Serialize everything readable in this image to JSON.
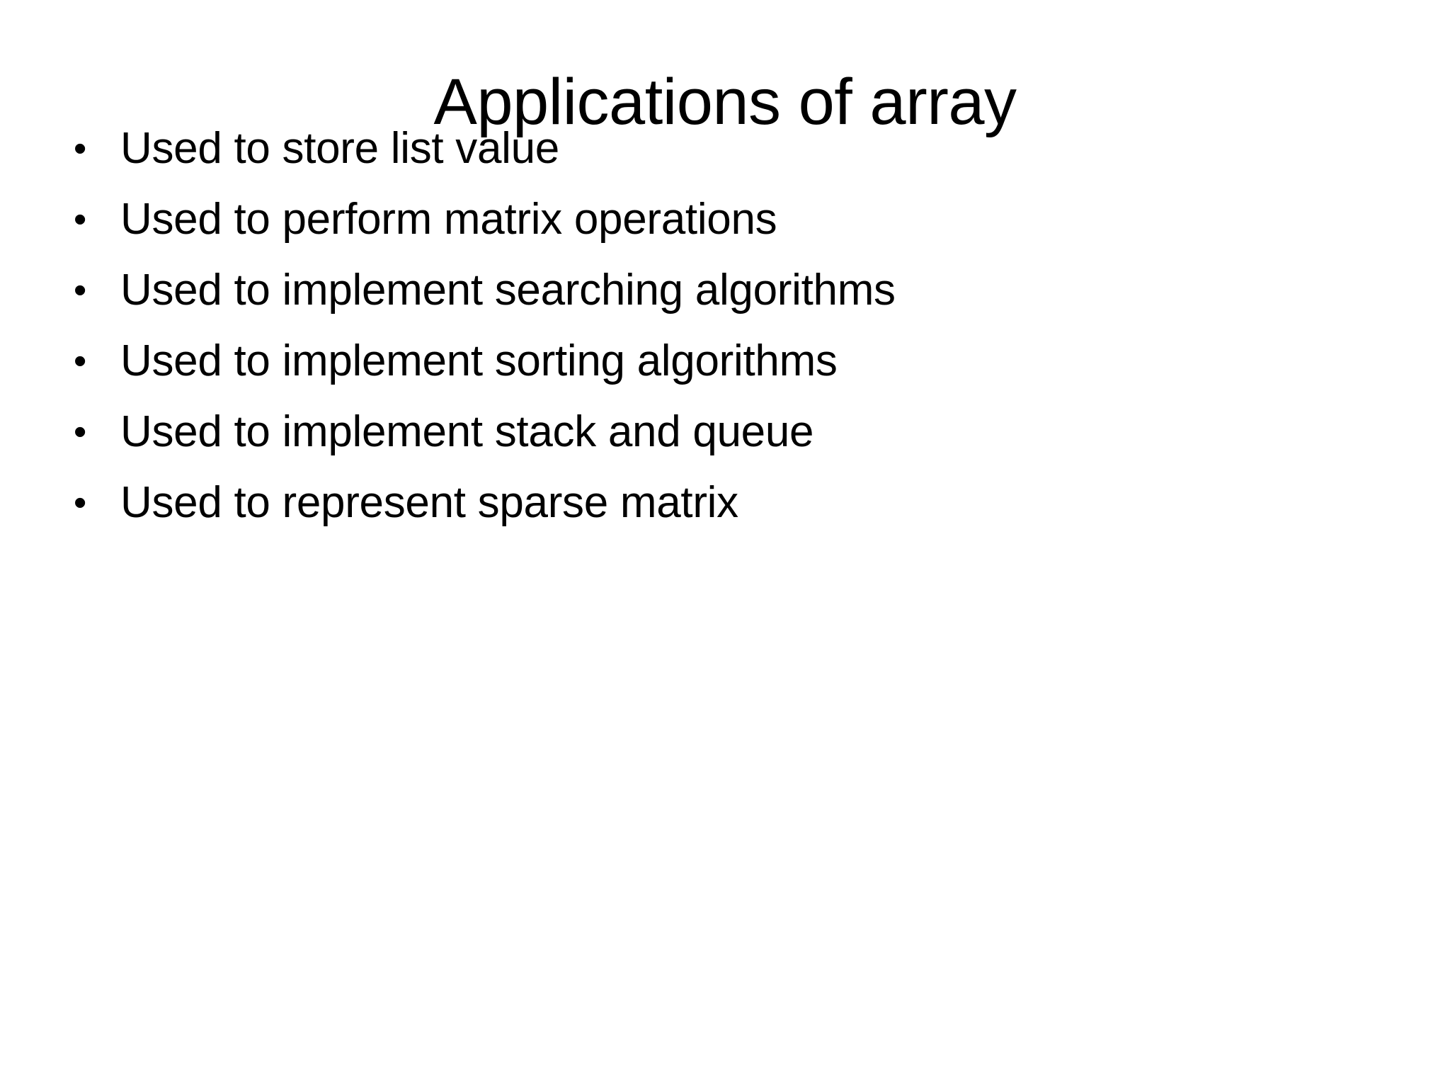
{
  "slide": {
    "title": "Applications of array",
    "background_color": "#ffffff",
    "text_color": "#000000",
    "bullet_glyph": "•",
    "bullets": [
      {
        "text": "Used to store list value"
      },
      {
        "text": "Used to perform matrix operations"
      },
      {
        "text": "Used to implement searching algorithms"
      },
      {
        "text": "Used to implement sorting algorithms"
      },
      {
        "text": "Used to implement stack and queue"
      },
      {
        "text": "Used to represent sparse matrix"
      }
    ]
  }
}
